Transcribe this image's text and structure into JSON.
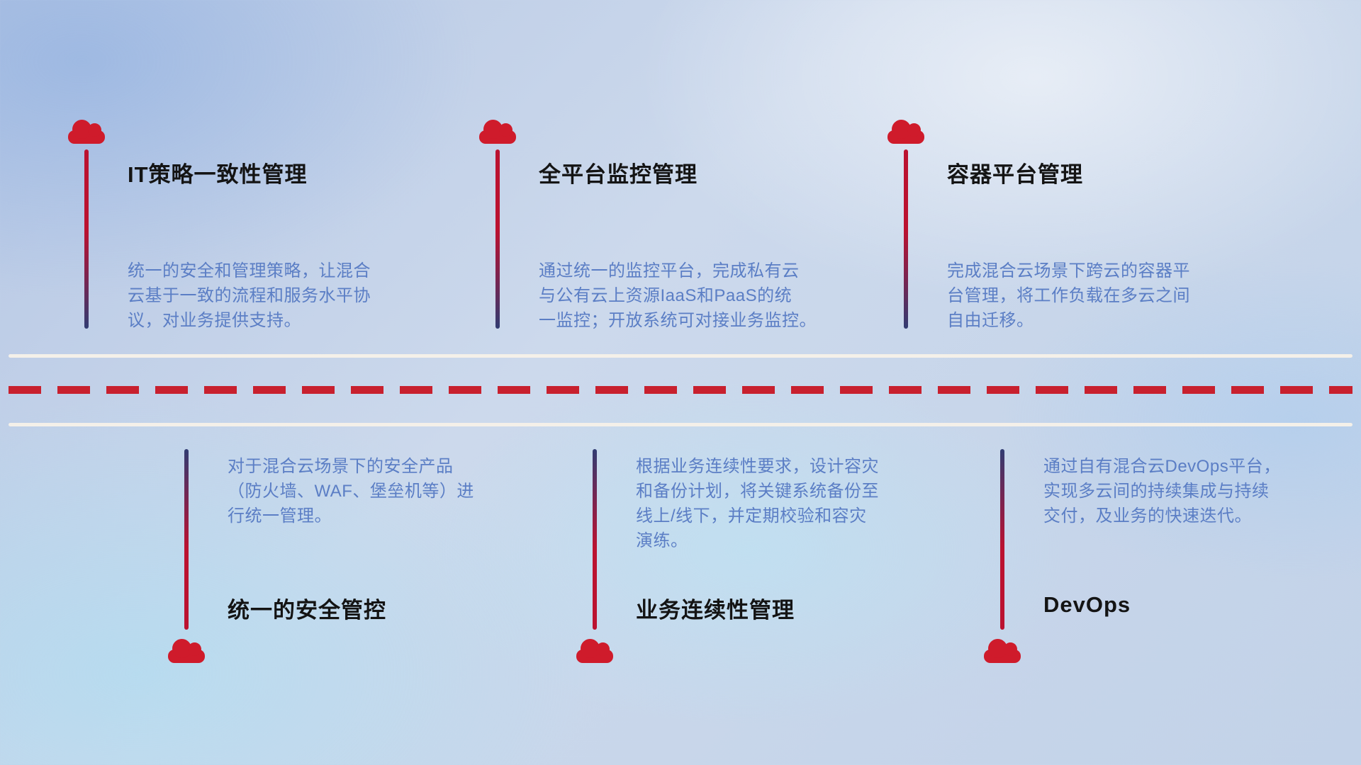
{
  "colors": {
    "cloud_red": "#cf1b2b",
    "dash_red": "#c8202e",
    "line_white": "#f4f0e9",
    "pole_red": "#bb1230",
    "pole_navy": "#313c72",
    "title_color": "#141414",
    "desc_blue": "#5b7ec5"
  },
  "top_items": [
    {
      "title": "IT策略一致性管理",
      "desc": "统一的安全和管理策略，让混合\n云基于一致的流程和服务水平协\n议，对业务提供支持。"
    },
    {
      "title": "全平台监控管理",
      "desc": "通过统一的监控平台，完成私有云\n与公有云上资源IaaS和PaaS的统\n一监控；开放系统可对接业务监控。"
    },
    {
      "title": "容器平台管理",
      "desc": "完成混合云场景下跨云的容器平\n台管理，将工作负载在多云之间\n自由迁移。"
    }
  ],
  "bottom_items": [
    {
      "title": "统一的安全管控",
      "desc": "对于混合云场景下的安全产品\n（防火墙、WAF、堡垒机等）进\n行统一管理。"
    },
    {
      "title": "业务连续性管理",
      "desc": "根据业务连续性要求，设计容灾\n和备份计划，将关键系统备份至\n线上/线下，并定期校验和容灾\n演练。"
    },
    {
      "title": "DevOps",
      "desc": "通过自有混合云DevOps平台，\n实现多云间的持续集成与持续\n交付，及业务的快速迭代。"
    }
  ]
}
